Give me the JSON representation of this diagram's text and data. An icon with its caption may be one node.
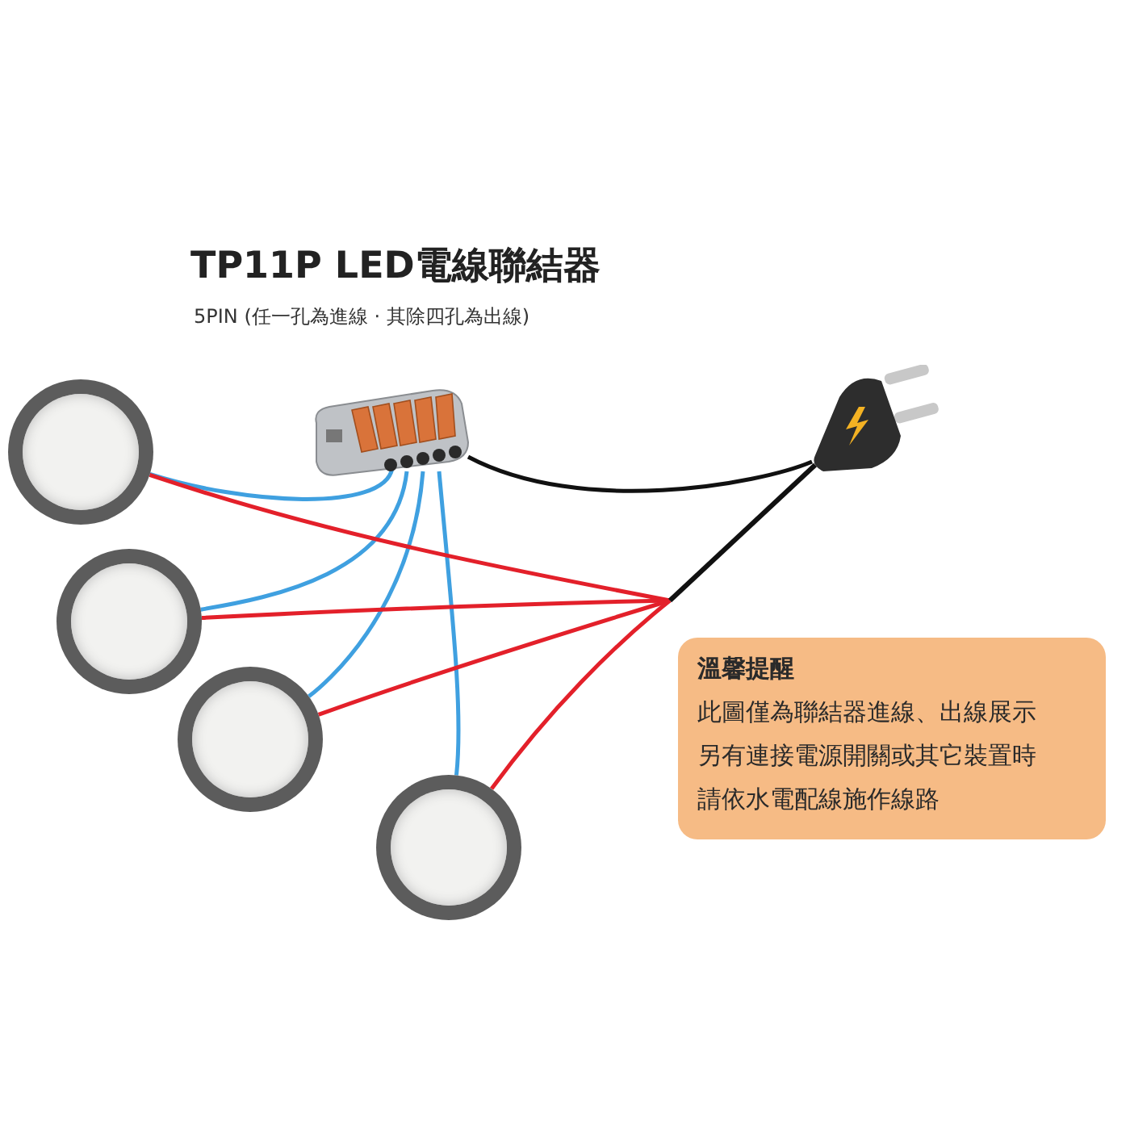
{
  "diagram": {
    "title": "TP11P LED電線聯結器",
    "nodes": [
      {
        "text": [],
        "shape": "picture"
      },
      {
        "text": [],
        "shape": "picture"
      },
      {
        "text": [],
        "shape": "circle"
      },
      {
        "text": [],
        "shape": "circle"
      },
      {
        "text": [],
        "shape": "circle"
      },
      {
        "text": [],
        "shape": "circle"
      },
      {
        "text": [
          "溫馨提醒",
          "此圖僅為聯結器進線、出線展示",
          "另有連接電源開關或其它裝置時",
          "請依水電配線施作線路"
        ]
      }
    ],
    "edges": [
      {
        "from": 0,
        "to": 1,
        "arrow": "none",
        "color": "#111111"
      },
      {
        "from": 0,
        "to": 2,
        "arrow": "none",
        "color": "#3fa0e0"
      },
      {
        "from": 0,
        "to": 3,
        "arrow": "none",
        "color": "#3fa0e0"
      },
      {
        "from": 0,
        "to": 4,
        "arrow": "none",
        "color": "#3fa0e0"
      },
      {
        "from": 0,
        "to": 5,
        "arrow": "none",
        "color": "#3fa0e0"
      },
      {
        "from": 2,
        "to": 1,
        "arrow": "none",
        "color": "#e3202a"
      },
      {
        "from": 3,
        "to": 1,
        "arrow": "none",
        "color": "#e3202a"
      },
      {
        "from": 4,
        "to": 1,
        "arrow": "none",
        "color": "#e3202a"
      },
      {
        "from": 5,
        "to": 1,
        "arrow": "none",
        "color": "#e3202a"
      }
    ],
    "labels": [
      "5PIN (任一孔為進線 · 其除四孔為出線)"
    ]
  }
}
